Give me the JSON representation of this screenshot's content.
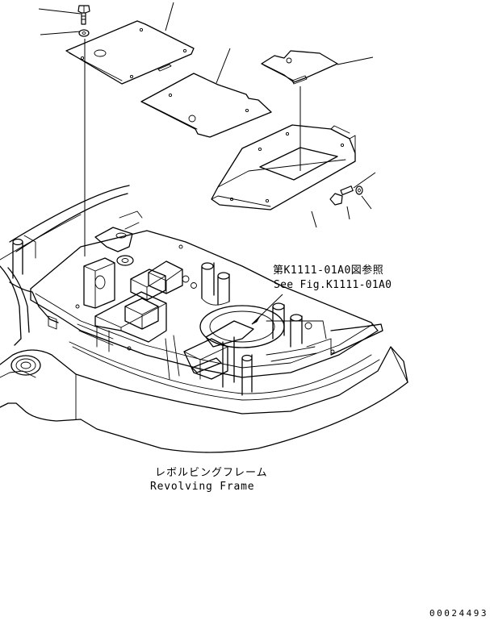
{
  "reference_note": {
    "japanese": "第K1111-01A0図参照",
    "english": "See Fig.K1111-01A0"
  },
  "assembly_label": {
    "japanese": "レボルビングフレーム",
    "english": "Revolving Frame"
  },
  "drawing_number": "00024493"
}
